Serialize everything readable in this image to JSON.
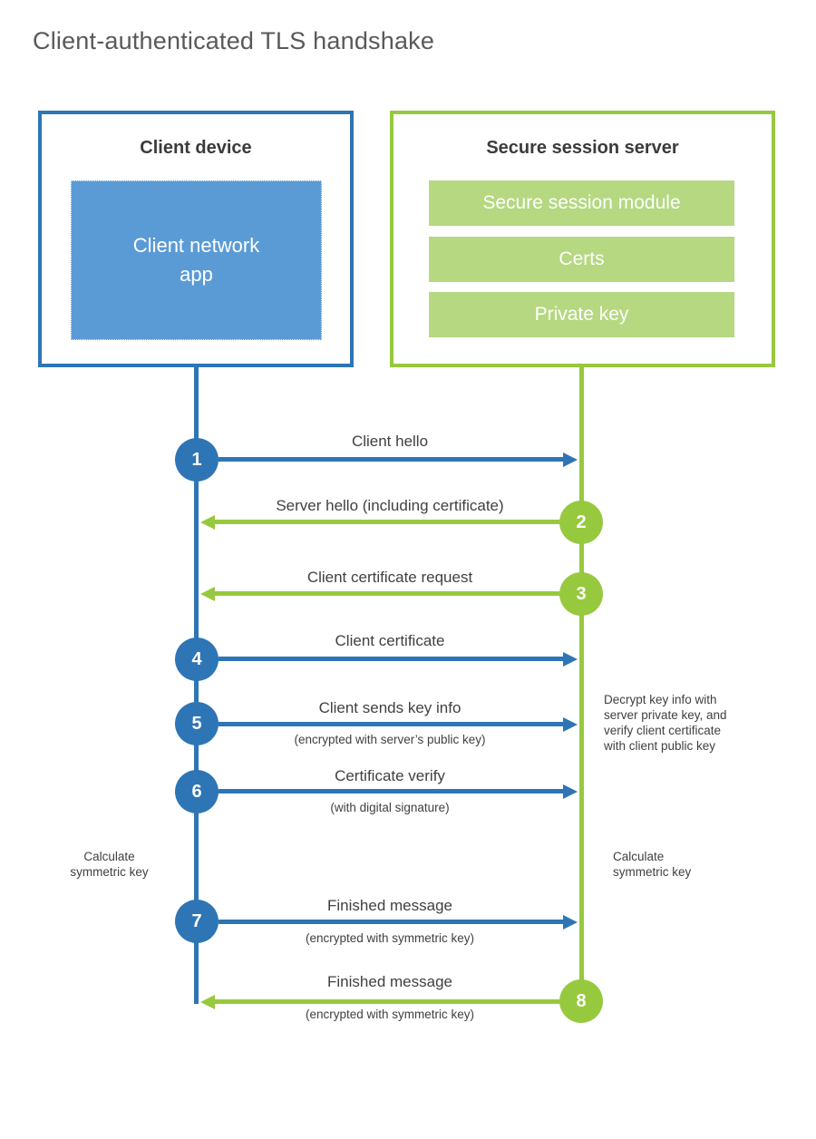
{
  "page": {
    "title": "Client-authenticated TLS handshake"
  },
  "colors": {
    "blue": "#2e75b6",
    "blue_fill": "#5b9bd5",
    "green": "#97c93e",
    "green_fill": "#b5d881",
    "title": "#595959",
    "heading": "#3b3b3b",
    "text": "#414042"
  },
  "client": {
    "title": "Client device",
    "app_label": "Client network\napp"
  },
  "server": {
    "title": "Secure session server",
    "modules": [
      "Secure session module",
      "Certs",
      "Private key"
    ]
  },
  "steps": [
    {
      "num": "1",
      "label": "Client hello",
      "sub": "",
      "direction": "right",
      "color": "blue"
    },
    {
      "num": "2",
      "label": "Server hello (including certificate)",
      "sub": "",
      "direction": "left",
      "color": "green"
    },
    {
      "num": "3",
      "label": "Client certificate request",
      "sub": "",
      "direction": "left",
      "color": "green"
    },
    {
      "num": "4",
      "label": "Client certificate",
      "sub": "",
      "direction": "right",
      "color": "blue"
    },
    {
      "num": "5",
      "label": "Client sends key info",
      "sub": "(encrypted with server’s public key)",
      "direction": "right",
      "color": "blue"
    },
    {
      "num": "6",
      "label": "Certificate verify",
      "sub": "(with digital signature)",
      "direction": "right",
      "color": "blue"
    },
    {
      "num": "7",
      "label": "Finished message",
      "sub": "(encrypted with symmetric key)",
      "direction": "right",
      "color": "blue"
    },
    {
      "num": "8",
      "label": "Finished message",
      "sub": "(encrypted with symmetric key)",
      "direction": "left",
      "color": "green"
    }
  ],
  "annotations": {
    "decrypt_note": "Decrypt key info with\nserver private key, and\nverify client certificate\nwith client public key",
    "calc_left": "Calculate\nsymmetric key",
    "calc_right": "Calculate\nsymmetric key"
  }
}
